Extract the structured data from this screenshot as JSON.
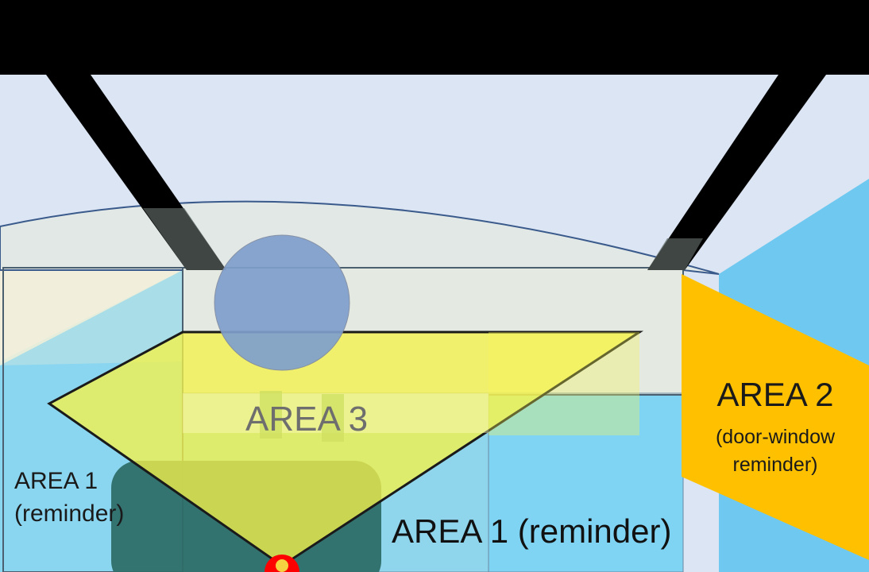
{
  "labels": {
    "area3": "AREA 3",
    "area2": {
      "title": "AREA 2",
      "line1": "(door-window",
      "line2": "reminder)"
    },
    "area1_left": {
      "title": "AREA 1",
      "sub": "(reminder)"
    },
    "area1_bottom": "AREA 1 (reminder)"
  },
  "colors": {
    "wall": "#dbe5f3",
    "ceiling_beam": "#000000",
    "zone_blue": "#7fd3f3",
    "zone_blue_dark": "#6ec8f0",
    "area2_orange": "#ffc000",
    "area3_yellow": "#f5f24a",
    "furniture_teal": "#2e6e68",
    "sphere_blue": "#7f9fcc",
    "marker_red": "#ff0000",
    "outline": "#3a5a8c"
  }
}
